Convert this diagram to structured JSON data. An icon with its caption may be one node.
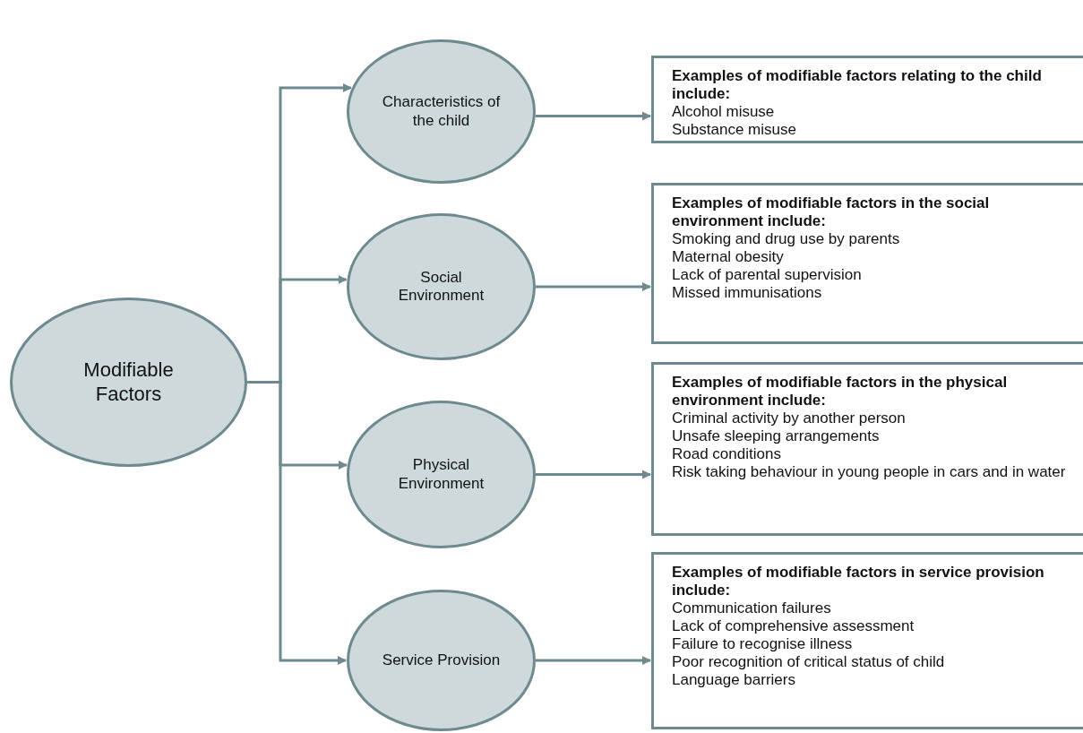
{
  "diagram": {
    "nodes": [
      {
        "text": [
          "Modifiable Factors"
        ]
      },
      {
        "text": [
          "Characteristics of the child"
        ]
      },
      {
        "text": [
          "Social Environment"
        ]
      },
      {
        "text": [
          "Physical Environment"
        ]
      },
      {
        "text": [
          "Service Provision"
        ]
      },
      {
        "text": [
          "Examples of modifiable factors relating to the child include:",
          "Alcohol misuse",
          "Substance misuse"
        ]
      },
      {
        "text": [
          "Examples of modifiable factors in the social environment include:",
          "Smoking and drug use by parents",
          "Maternal obesity",
          "Lack of parental supervision",
          "Missed immunisations"
        ]
      },
      {
        "text": [
          "Examples of modifiable factors in the physical environment include:",
          "Criminal activity by another person",
          "Unsafe sleeping arrangements",
          "Road conditions",
          "Risk taking behaviour in young people in cars and in water"
        ]
      },
      {
        "text": [
          "Examples of modifiable factors in service provision include:",
          "Communication failures",
          "Lack of comprehensive assessment",
          "Failure to recognise illness",
          "Poor recognition of critical status of child",
          "Language barriers"
        ]
      }
    ],
    "edges": [
      {
        "from": 0,
        "to": 1,
        "arrow": "to"
      },
      {
        "from": 0,
        "to": 2,
        "arrow": "to"
      },
      {
        "from": 0,
        "to": 3,
        "arrow": "to"
      },
      {
        "from": 0,
        "to": 4,
        "arrow": "to"
      },
      {
        "from": 1,
        "to": 5,
        "arrow": "to"
      },
      {
        "from": 2,
        "to": 6,
        "arrow": "to"
      },
      {
        "from": 3,
        "to": 7,
        "arrow": "to"
      },
      {
        "from": 4,
        "to": 8,
        "arrow": "to"
      }
    ]
  }
}
